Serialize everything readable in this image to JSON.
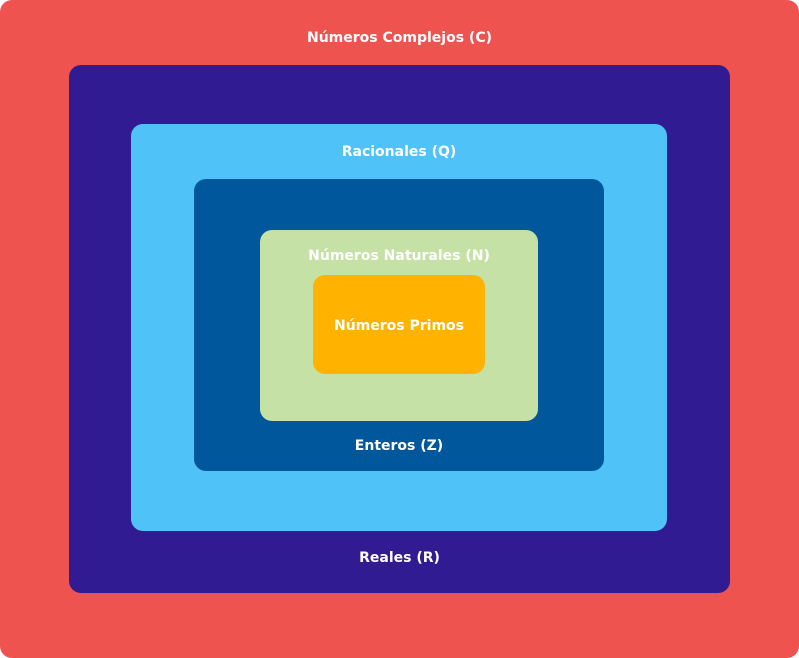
{
  "sets": {
    "complex": {
      "label": "Números Complejos (C)",
      "color": "#EF5350"
    },
    "real": {
      "label": "Reales (R)",
      "color": "#311B92"
    },
    "rational": {
      "label": "Racionales (Q)",
      "color": "#4FC3F7"
    },
    "integer": {
      "label": "Enteros (Z)",
      "color": "#01579B"
    },
    "natural": {
      "label": "Números Naturales (N)",
      "color": "#C5E1A5"
    },
    "prime": {
      "label": "Números Primos",
      "color": "#FFB300"
    }
  }
}
